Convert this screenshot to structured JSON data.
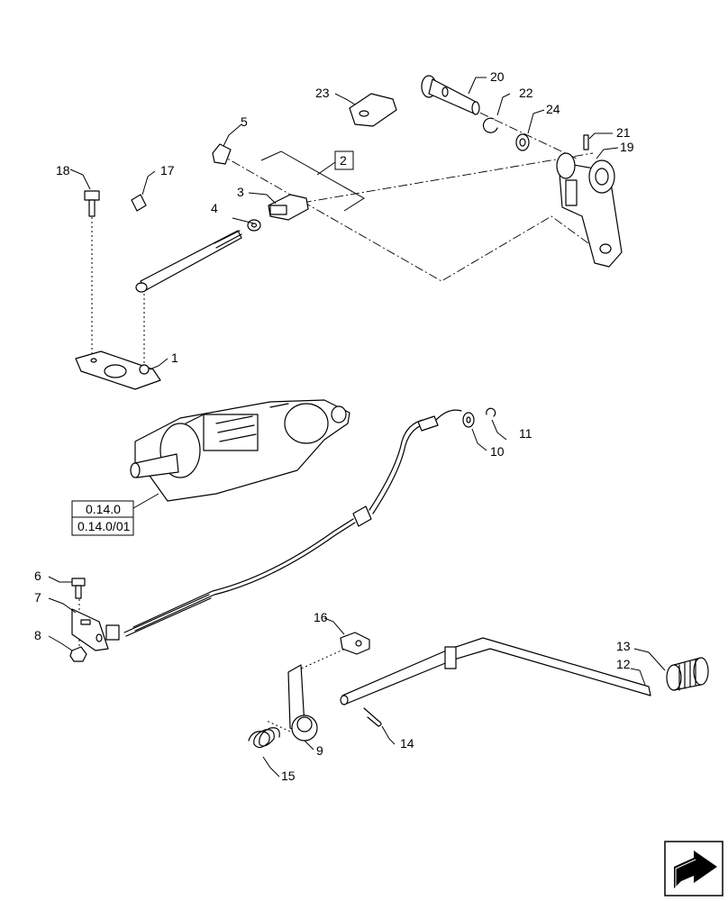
{
  "callouts": {
    "c1": "1",
    "c2": "2",
    "c3": "3",
    "c4": "4",
    "c5": "5",
    "c6": "6",
    "c7": "7",
    "c8": "8",
    "c9": "9",
    "c10": "10",
    "c11": "11",
    "c12": "12",
    "c13": "13",
    "c14": "14",
    "c15": "15",
    "c16": "16",
    "c17": "17",
    "c18": "18",
    "c19": "19",
    "c20": "20",
    "c21": "21",
    "c22": "22",
    "c23": "23",
    "c24": "24"
  },
  "references": {
    "ref_top": "0.14.0",
    "ref_bottom": "0.14.0/01"
  },
  "nav_icon": "back-arrow-icon"
}
